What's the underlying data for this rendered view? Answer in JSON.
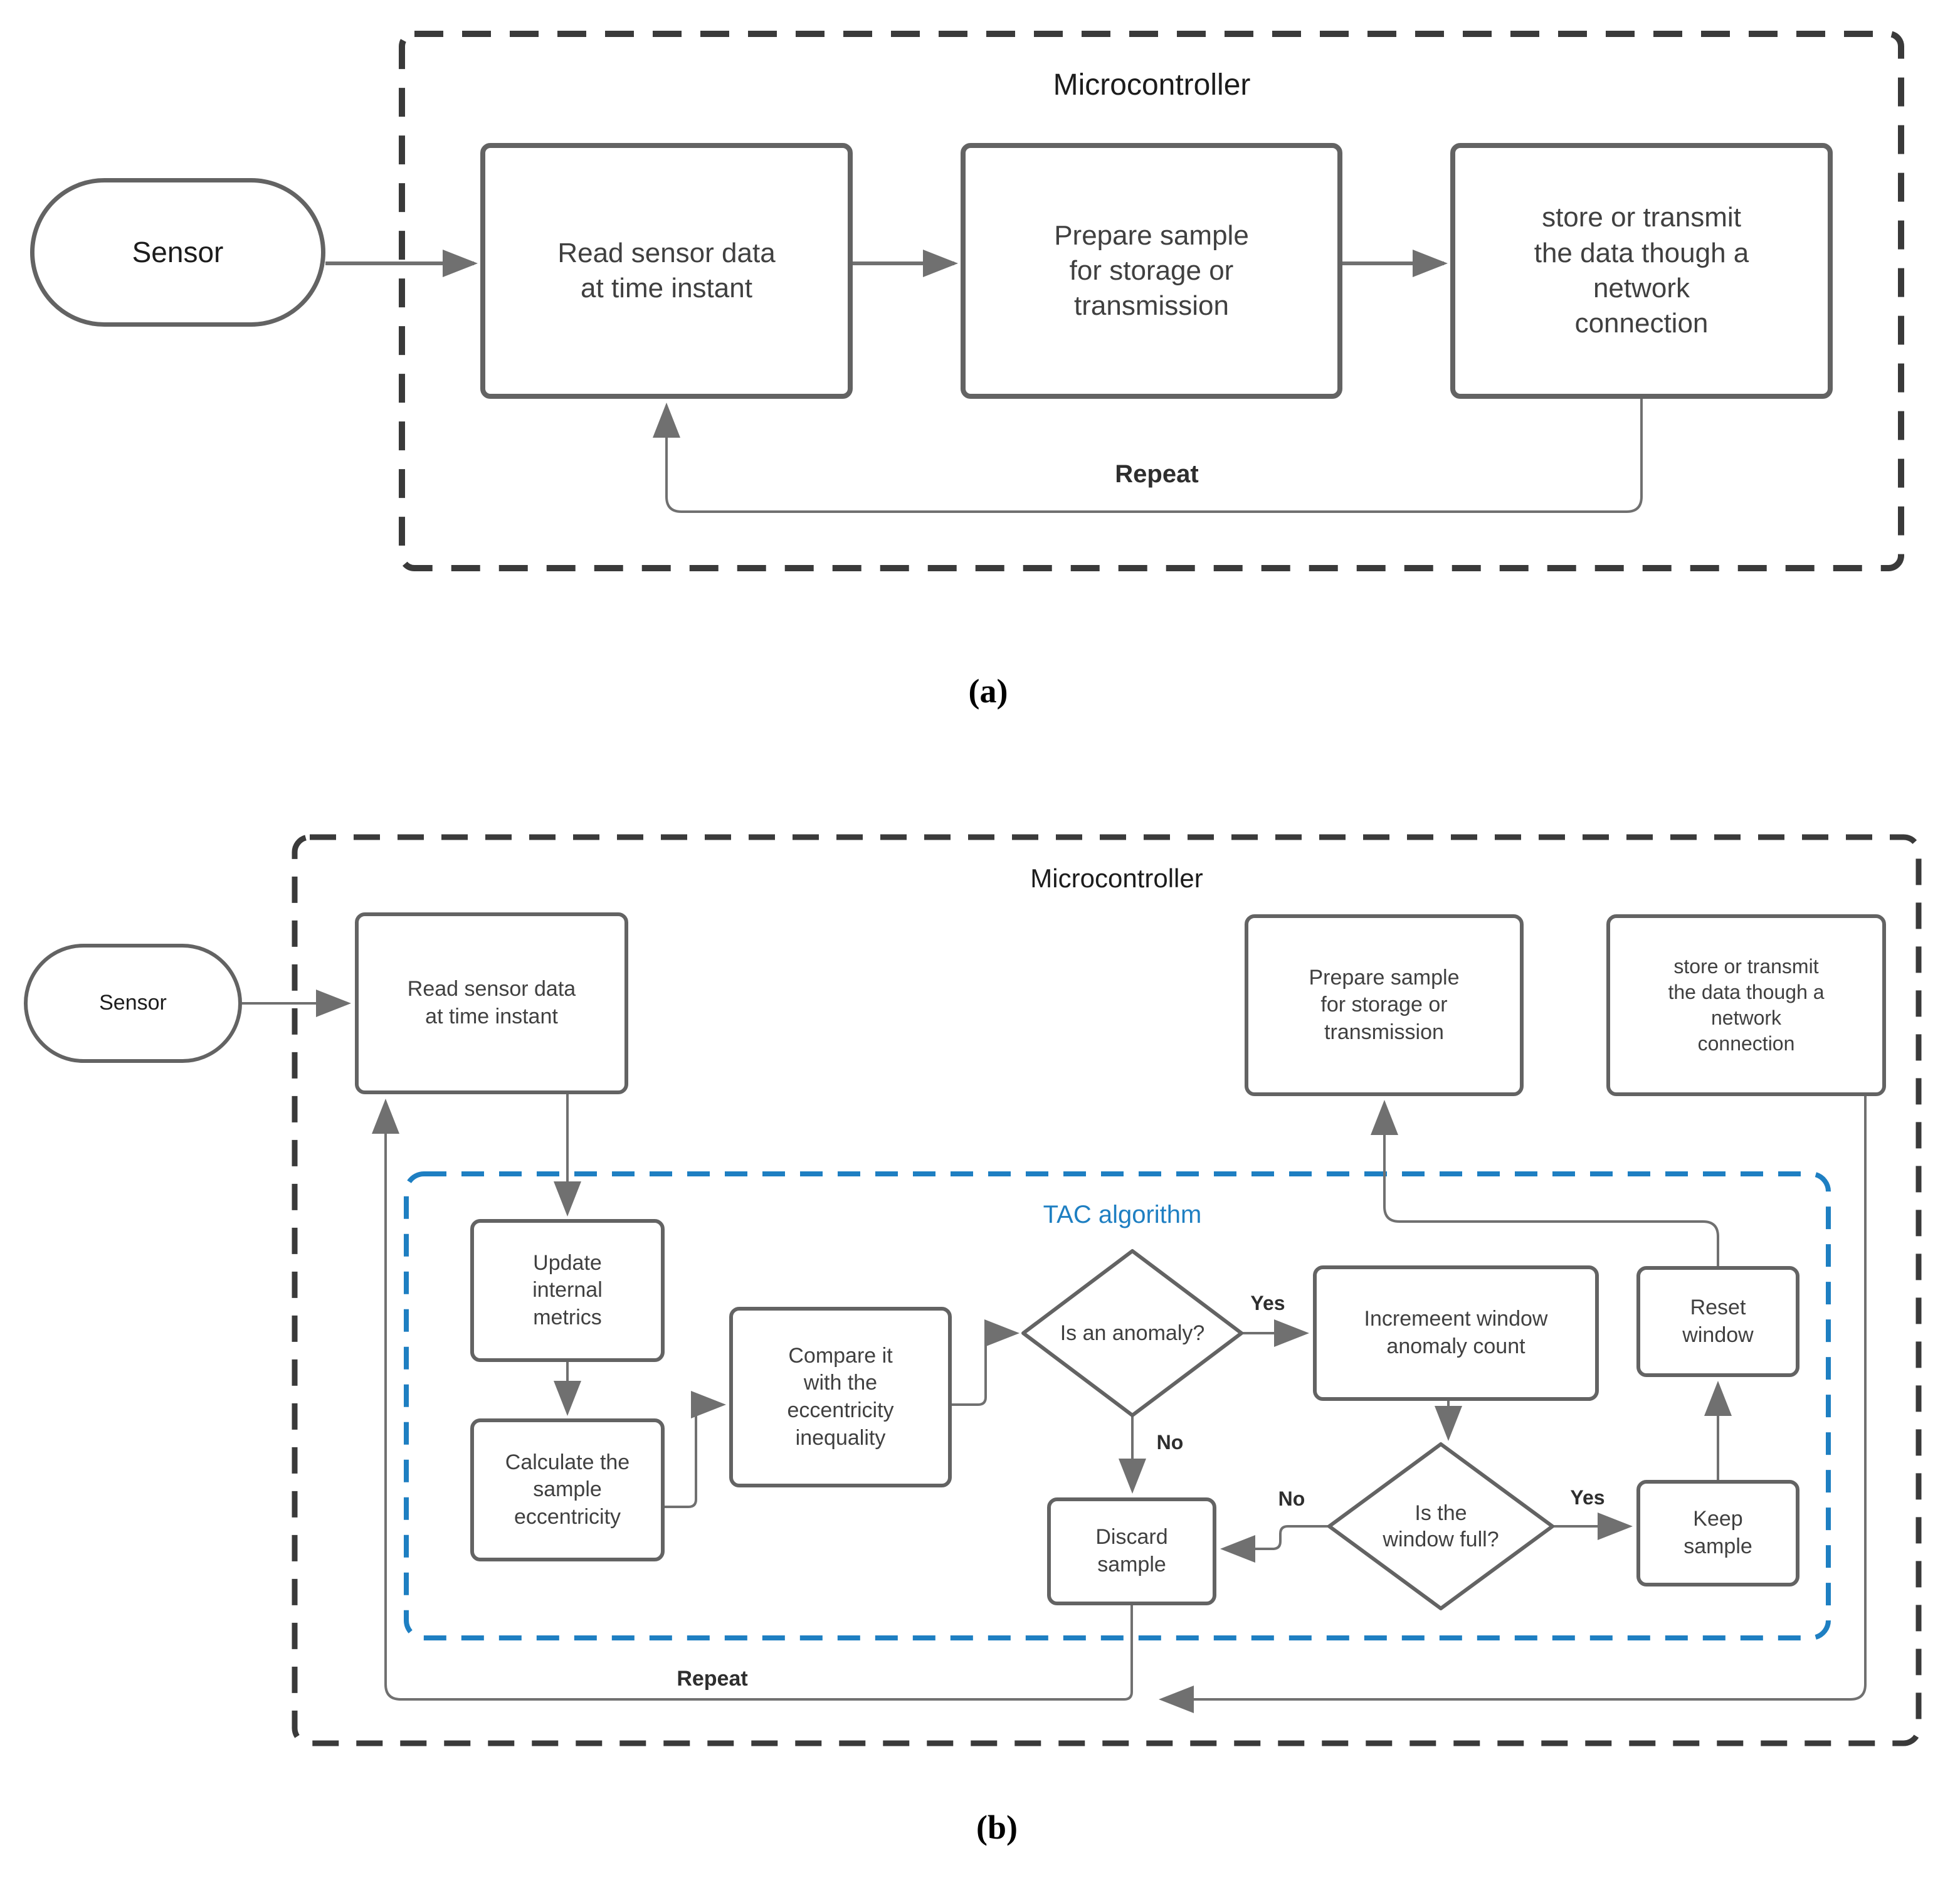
{
  "colors": {
    "accent_blue": "#1e7fc2",
    "box_border": "#636363",
    "connector": "#707070",
    "dashed_border": "#3a3a3a",
    "text_color": "#404040",
    "title_color": "#1c1c1c"
  },
  "diagram_a": {
    "container_label": "Microcontroller",
    "sensor_label": "Sensor",
    "read_label": "Read sensor data at time instant",
    "prepare_label": "Prepare sample for storage or transmission",
    "store_label": "store or transmit the data though a network connection",
    "repeat_label": "Repeat",
    "caption": "(a)"
  },
  "diagram_b": {
    "container_label": "Microcontroller",
    "sensor_label": "Sensor",
    "read_label": "Read sensor data at time instant",
    "prepare_label": "Prepare sample for storage or transmission",
    "store_label": "store or transmit the data though a network connection",
    "tac_label": "TAC algorithm",
    "update_label": "Update internal metrics",
    "calculate_label": "Calculate the sample eccentricity",
    "compare_label": "Compare it with the eccentricity inequality",
    "anomaly_question": "Is an anomaly?",
    "anomaly_yes": "Yes",
    "anomaly_no": "No",
    "increment_label": "Incremeent window anomaly count",
    "window_question": "Is the window full?",
    "window_no": "No",
    "window_yes": "Yes",
    "keep_label": "Keep sample",
    "reset_label": "Reset window",
    "discard_label": "Discard sample",
    "repeat_label": "Repeat",
    "caption": "(b)"
  }
}
